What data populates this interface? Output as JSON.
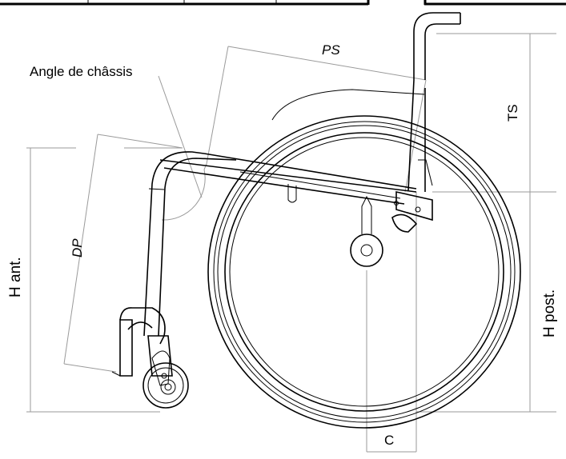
{
  "labels": {
    "angle_de_chassis": "Angle de châssis",
    "ps": "PS",
    "ts": "TS",
    "dp": "DP",
    "h_ant": "H ant.",
    "h_post": "H post.",
    "c": "C"
  }
}
